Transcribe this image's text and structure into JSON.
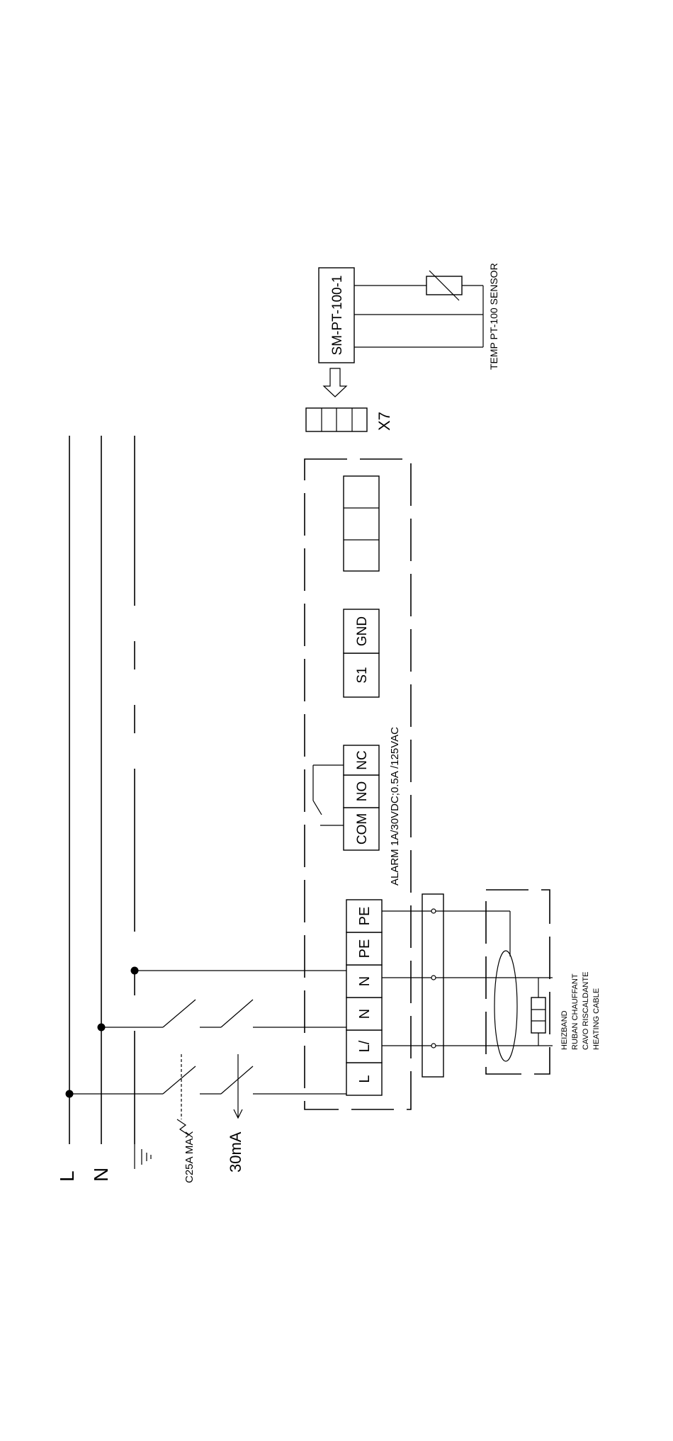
{
  "rails": {
    "l_label": "L",
    "n_label": "N"
  },
  "protection": {
    "breaker_label": "C25A MAX",
    "rcd_label": "30mA"
  },
  "power_terminals": [
    "L",
    "L/",
    "N",
    "N",
    "PE",
    "PE"
  ],
  "alarm": {
    "terminals": [
      "COM",
      "NO",
      "NC"
    ],
    "rating": "ALARM 1A/30VDC;0.5A /125VAC"
  },
  "signal_terminals": [
    "S1",
    "GND"
  ],
  "connector": {
    "label": "X7"
  },
  "sensor_module": {
    "label": "SM-PT-100-1",
    "sensor_label": "TEMP PT-100 SENSOR"
  },
  "heating_cable": {
    "lines": [
      "HEIZBAND",
      "RUBAN CHAUFFANT",
      "CAVO RISCALDANTE",
      "HEATING CABLE"
    ]
  }
}
